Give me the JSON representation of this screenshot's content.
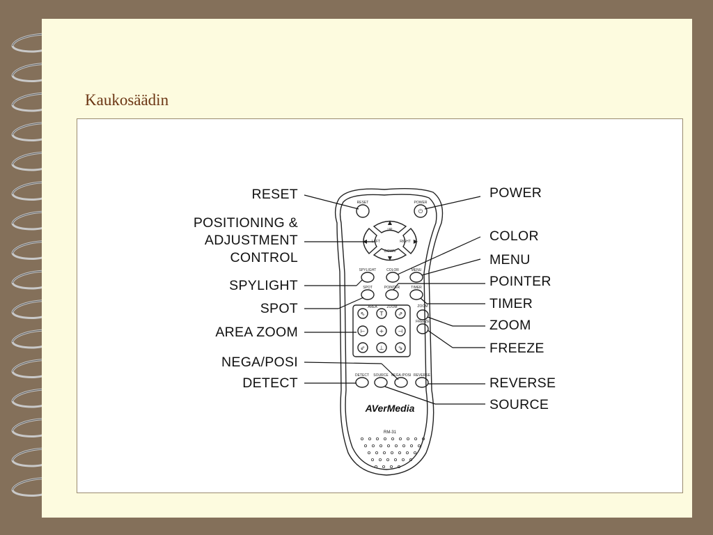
{
  "slide": {
    "title": "Kaukosäädin"
  },
  "remote": {
    "brand": "AVerMedia",
    "model": "RM-31",
    "button_labels": {
      "reset": "RESET",
      "power": "POWER",
      "up": "UP",
      "left": "LEFT",
      "right": "RIGHT",
      "down": "DOWN",
      "spylight": "SPYLIGHT",
      "color": "COLOR",
      "menu": "MENU",
      "spot": "SPOT",
      "pointer": "POINTER",
      "timer": "TIMER",
      "area": "AREA",
      "zoom": "ZOOM",
      "freeze": "FREEZE",
      "detect": "DETECT",
      "source": "SOURCE",
      "nega_posi": "NEGA /POSI",
      "reverse": "REVERSE"
    }
  },
  "callouts": {
    "left": {
      "reset": "RESET",
      "positioning_line1": "POSITIONING &",
      "positioning_line2": "ADJUSTMENT",
      "positioning_line3": "CONTROL",
      "spylight": "SPYLIGHT",
      "spot": "SPOT",
      "area_zoom": "AREA ZOOM",
      "nega_posi": "NEGA/POSI",
      "detect": "DETECT"
    },
    "right": {
      "power": "POWER",
      "color": "COLOR",
      "menu": "MENU",
      "pointer": "POINTER",
      "timer": "TIMER",
      "zoom": "ZOOM",
      "freeze": "FREEZE",
      "reverse": "REVERSE",
      "source": "SOURCE"
    }
  }
}
